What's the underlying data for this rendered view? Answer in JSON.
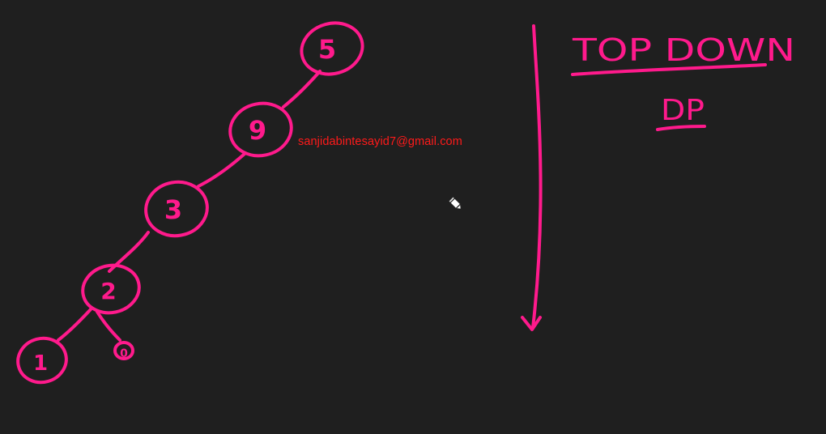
{
  "colors": {
    "background": "#1f1f1f",
    "ink": "#ff1a8c",
    "watermark": "#ff1a1a"
  },
  "tree": {
    "nodes": [
      "5",
      "9",
      "3",
      "2",
      "1",
      "0"
    ]
  },
  "heading": {
    "title": "TOP DOWN",
    "subtitle": "DP"
  },
  "watermark": "sanjidabintesayid7@gmail.com",
  "cursor": "pencil-cursor-icon"
}
